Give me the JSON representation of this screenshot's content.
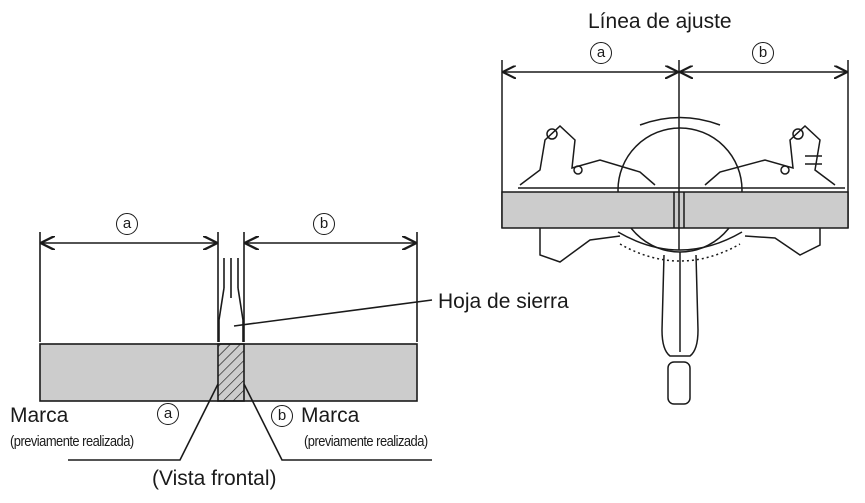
{
  "labels": {
    "adjust_line": "Línea de ajuste",
    "saw_blade": "Hoja de sierra",
    "mark_left": "Marca",
    "mark_right": "Marca",
    "previous_left": "(previamente realizada)",
    "previous_right": "(previamente realizada)",
    "front_view": "(Vista frontal)",
    "dim_a": "a",
    "dim_b": "b"
  },
  "colors": {
    "line": "#1a1a1a",
    "workpiece": "#cccccc",
    "background": "#ffffff"
  }
}
